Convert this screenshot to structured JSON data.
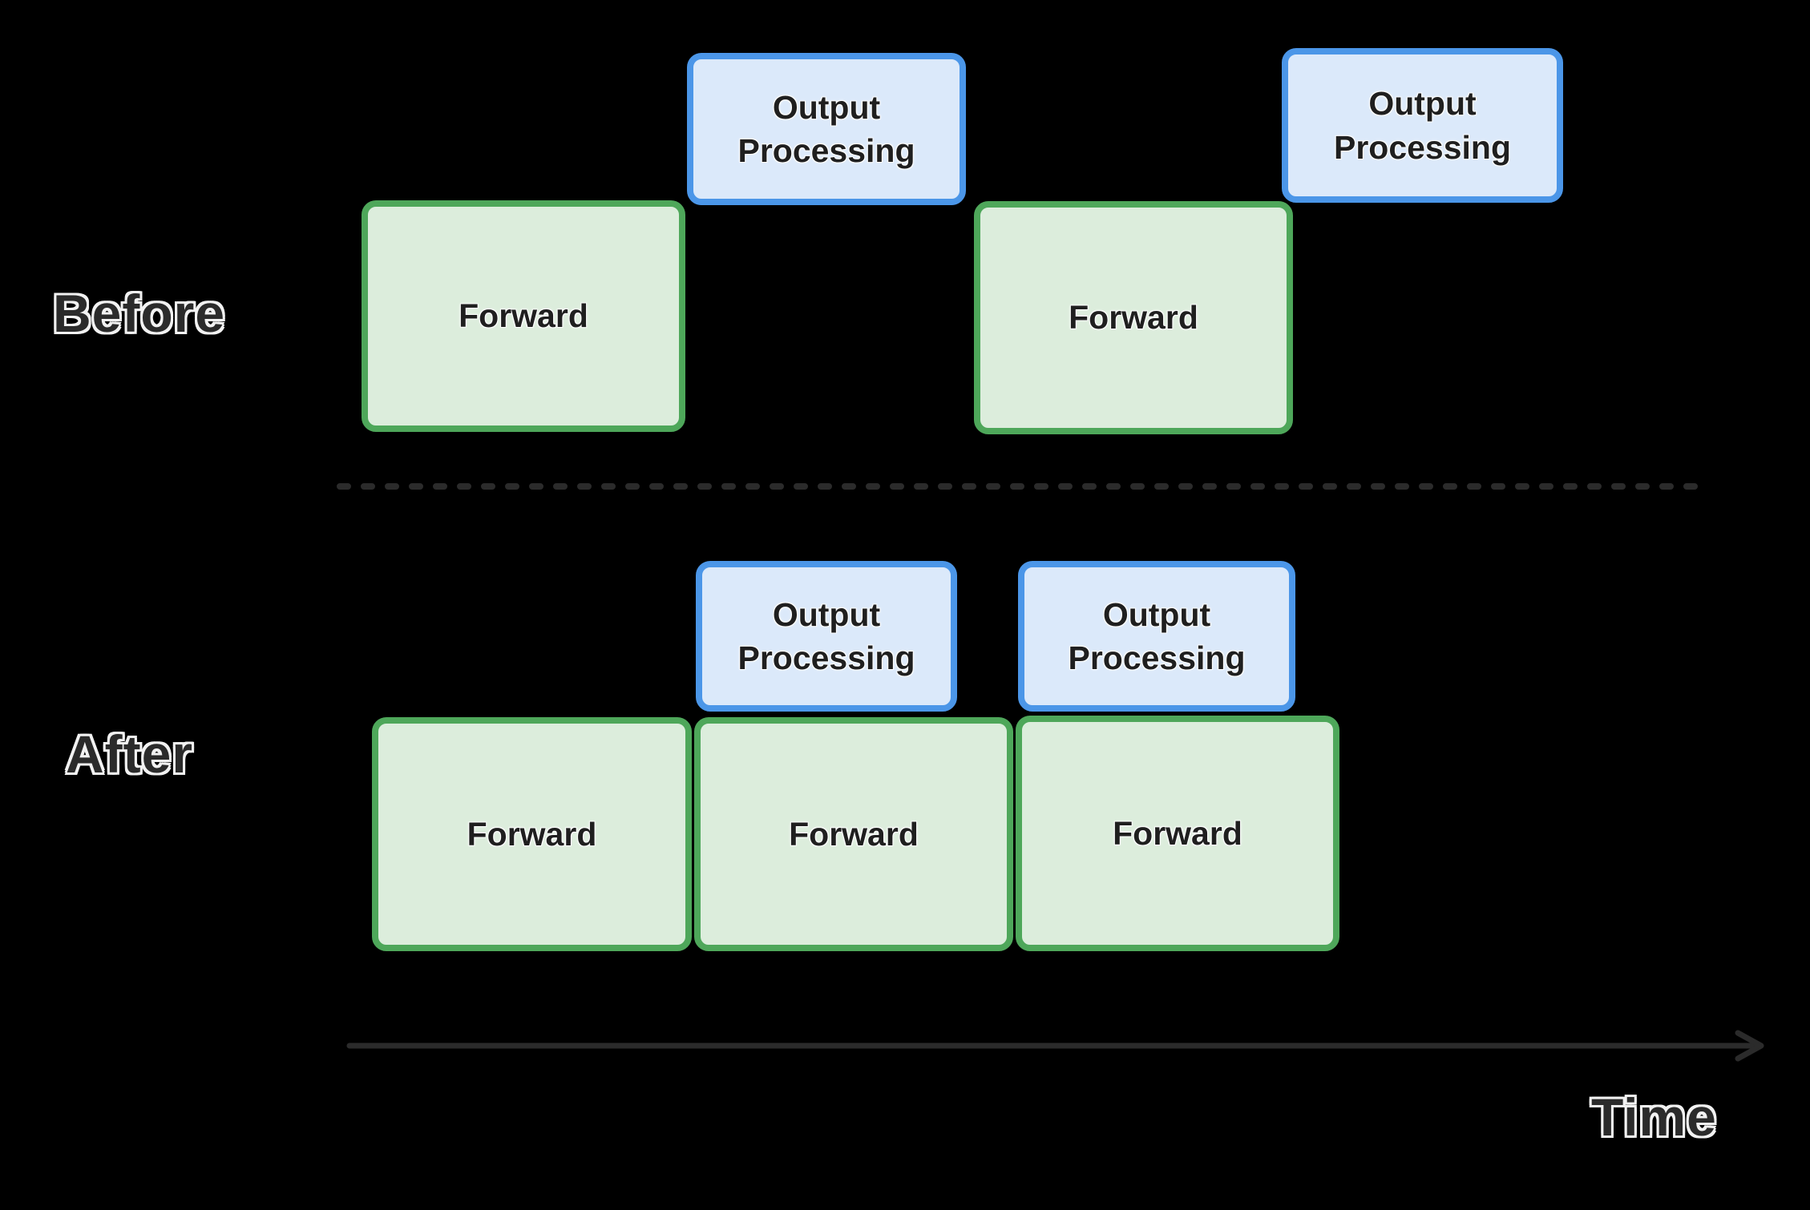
{
  "diagram": {
    "background_color": "#000000",
    "sections": {
      "before": {
        "label": "Before",
        "blocks": [
          {
            "type": "forward",
            "label": "Forward"
          },
          {
            "type": "output_processing",
            "label": "Output Processing"
          },
          {
            "type": "forward",
            "label": "Forward"
          },
          {
            "type": "output_processing",
            "label": "Output Processing"
          }
        ]
      },
      "after": {
        "label": "After",
        "blocks": [
          {
            "type": "output_processing",
            "label": "Output Processing"
          },
          {
            "type": "output_processing",
            "label": "Output Processing"
          },
          {
            "type": "forward",
            "label": "Forward"
          },
          {
            "type": "forward",
            "label": "Forward"
          },
          {
            "type": "forward",
            "label": "Forward"
          }
        ]
      }
    },
    "divider_style": "dashed",
    "time_axis": {
      "label": "Time",
      "direction": "right"
    },
    "colors": {
      "forward_fill": "#dceddc",
      "forward_border": "#4ea75a",
      "output_processing_fill": "#dbe9fa",
      "output_processing_border": "#4b96e8",
      "divider": "#2b2b2b",
      "time_axis": "#2b2b2b",
      "section_label_text": "#2b2b2b",
      "block_label_text": "#1f1f1f",
      "label_outline": "#f2f2f2"
    }
  }
}
